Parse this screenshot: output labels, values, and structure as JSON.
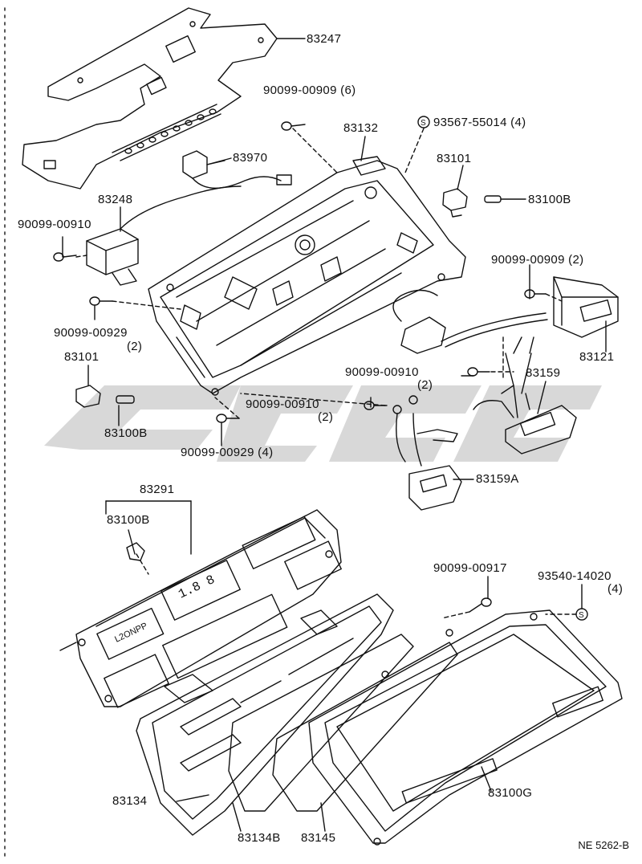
{
  "labels": {
    "l83247": "83247",
    "l90099_00909_6": "90099-00909 (6)",
    "l93567_55014": "93567-55014 (4)",
    "l83132": "83132",
    "l83101_top": "83101",
    "l83100B_top": "83100B",
    "l83970": "83970",
    "l83248": "83248",
    "l90099_00910_a": "90099-00910",
    "l90099_00909_2": "90099-00909 (2)",
    "l90099_00929": "90099-00929",
    "l90099_00929_qty": "(2)",
    "l83121": "83121",
    "l83101_left": "83101",
    "l90099_00910_b": "90099-00910",
    "l90099_00910_b_qty": "(2)",
    "l83159": "83159",
    "l90099_00910_c": "90099-00910",
    "l90099_00910_c_qty": "(2)",
    "l83100B_left": "83100B",
    "l90099_00929_4": "90099-00929 (4)",
    "l83291": "83291",
    "l83159A": "83159A",
    "l83100B_mid": "83100B",
    "l90099_00917": "90099-00917",
    "l93540_14020": "93540-14020",
    "l93540_qty": "(4)",
    "l83134": "83134",
    "l83134B": "83134B",
    "l83145": "83145",
    "l83100G": "83100G"
  },
  "lcd_text": "L2ONPP",
  "lcd_digits": "1.8 8",
  "circle_s": "S",
  "drawing_code": "NE  5262-B",
  "colors": {
    "line": "#111111",
    "watermark": "#d9d9d9",
    "background": "#ffffff"
  }
}
